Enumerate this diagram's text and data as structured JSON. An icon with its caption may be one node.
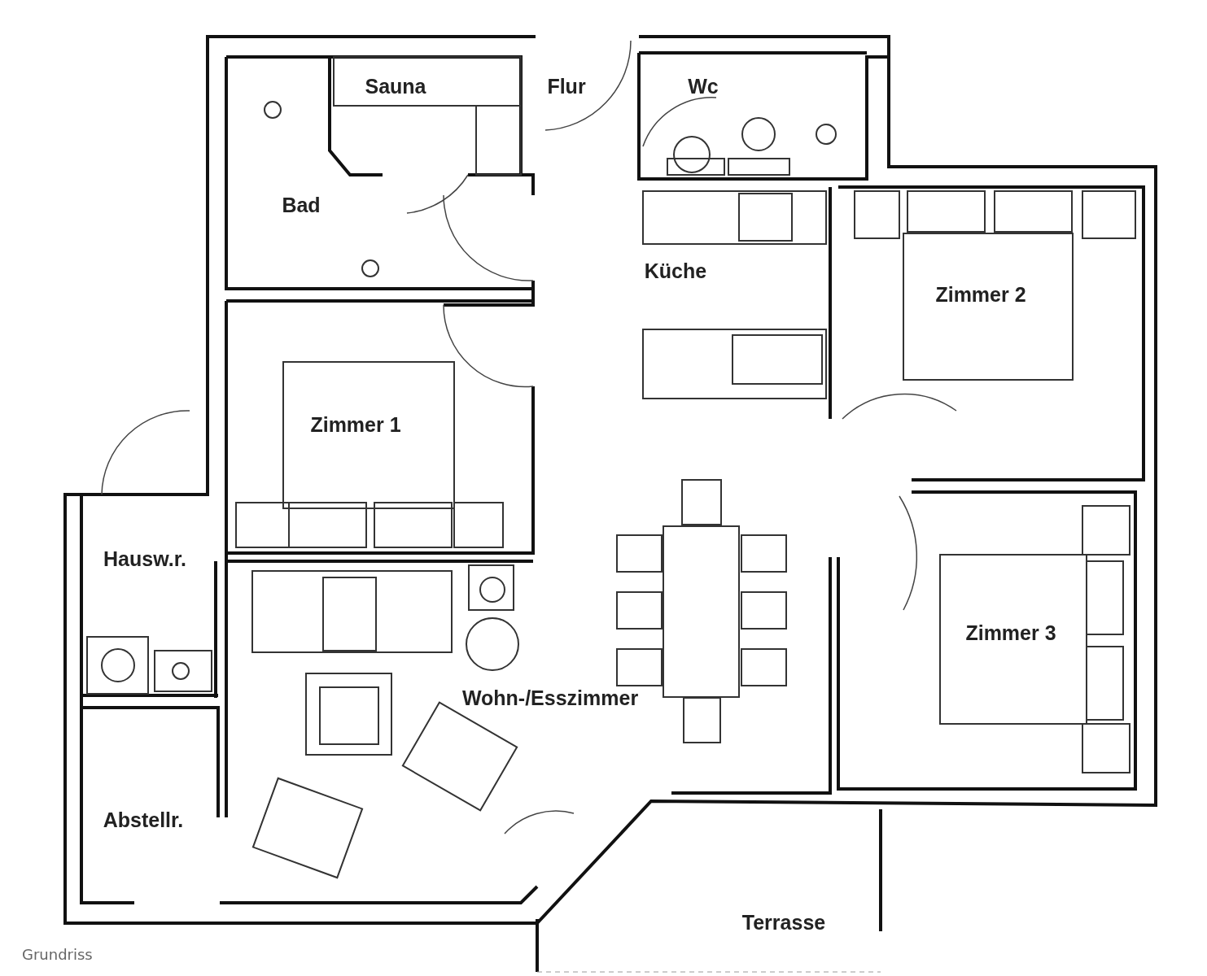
{
  "diagram": {
    "caption": "Grundriss",
    "labels": [
      "Sauna",
      "Flur",
      "Wc",
      "Bad",
      "Küche",
      "Zimmer 2",
      "Zimmer 1",
      "Hausw.r.",
      "Zimmer 3",
      "Wohn-/Esszimmer",
      "Abstellr.",
      "Terrasse"
    ]
  }
}
